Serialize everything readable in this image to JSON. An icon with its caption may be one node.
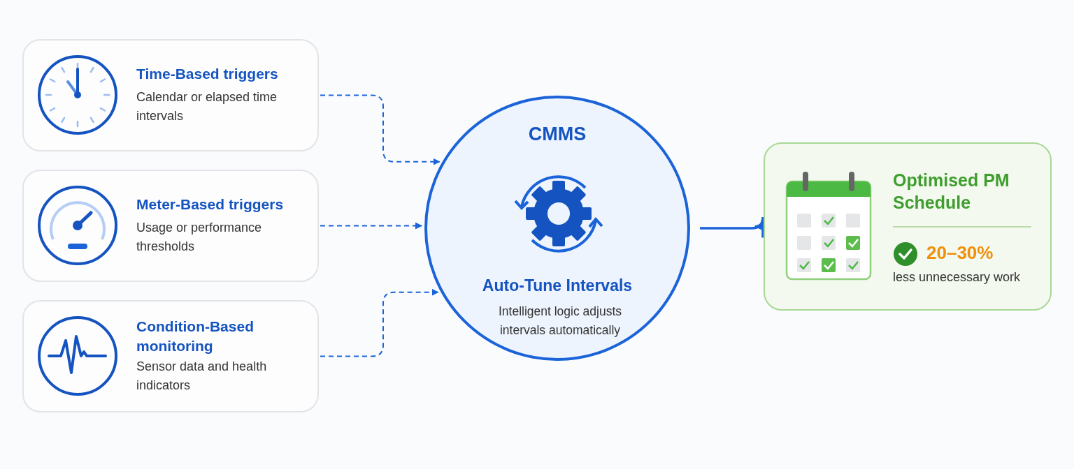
{
  "diagram": {
    "nodes": [
      {
        "text": [
          "Time-Based triggers",
          "Calendar or elapsed time intervals"
        ]
      },
      {
        "text": [
          "Meter-Based triggers",
          "Usage or performance thresholds"
        ]
      },
      {
        "text": [
          "Condition-Based monitoring",
          "Sensor data and health indicators"
        ]
      },
      {
        "text": [
          "CMMS",
          "Auto-Tune Intervals",
          "Intelligent logic adjusts intervals automatically"
        ]
      },
      {
        "text": [
          "Optimised PM Schedule",
          "20–30%",
          "less unnecessary work"
        ]
      }
    ],
    "edges": [
      {
        "from": 0,
        "to": 3,
        "arrow": "to",
        "style": "dashed"
      },
      {
        "from": 1,
        "to": 3,
        "arrow": "to",
        "style": "dashed"
      },
      {
        "from": 2,
        "to": 3,
        "arrow": "to",
        "style": "dashed"
      },
      {
        "from": 3,
        "to": 4,
        "arrow": "to"
      }
    ]
  }
}
